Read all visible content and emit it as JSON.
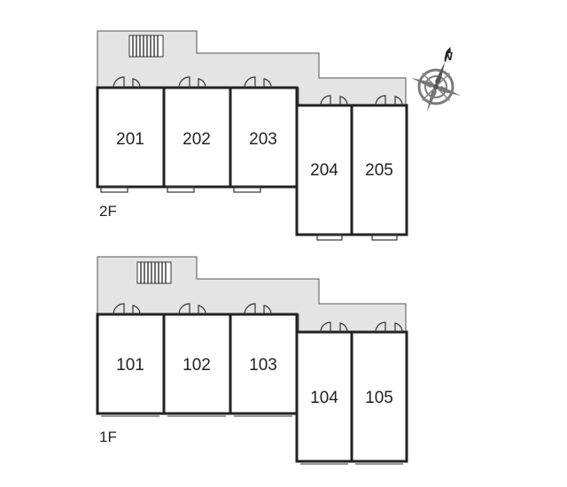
{
  "colors": {
    "background": "#ffffff",
    "corridor_fill": "#e4e4e4",
    "wall": "#222222",
    "compass": "#7a7a7a"
  },
  "compass": {
    "north_label": "N",
    "icon": "compass-rose-icon"
  },
  "floors": [
    {
      "id": "2f",
      "label": "2F",
      "rooms": [
        "201",
        "202",
        "203",
        "204",
        "205"
      ]
    },
    {
      "id": "1f",
      "label": "1F",
      "rooms": [
        "101",
        "102",
        "103",
        "104",
        "105"
      ]
    }
  ]
}
